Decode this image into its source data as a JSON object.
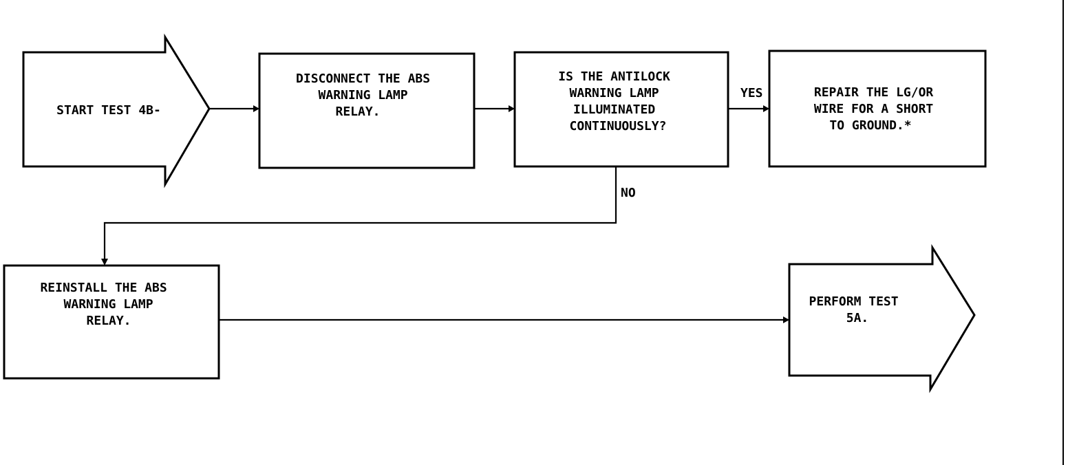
{
  "nodes": {
    "start": {
      "lines": [
        "START TEST 4B-"
      ]
    },
    "disconnect": {
      "lines": [
        "DISCONNECT THE ABS",
        "WARNING LAMP",
        "RELAY."
      ]
    },
    "question": {
      "lines": [
        "IS THE ANTILOCK",
        "WARNING LAMP",
        "ILLUMINATED",
        "CONTINUOUSLY?"
      ]
    },
    "repair": {
      "lines": [
        "REPAIR THE LG/OR",
        "WIRE FOR A SHORT",
        "TO GROUND.*"
      ]
    },
    "reinstall": {
      "lines": [
        "REINSTALL THE ABS",
        "WARNING LAMP",
        "RELAY."
      ]
    },
    "perform": {
      "lines": [
        "PERFORM TEST",
        "5A."
      ]
    }
  },
  "edges": {
    "yes_label": "YES",
    "no_label": "NO"
  }
}
